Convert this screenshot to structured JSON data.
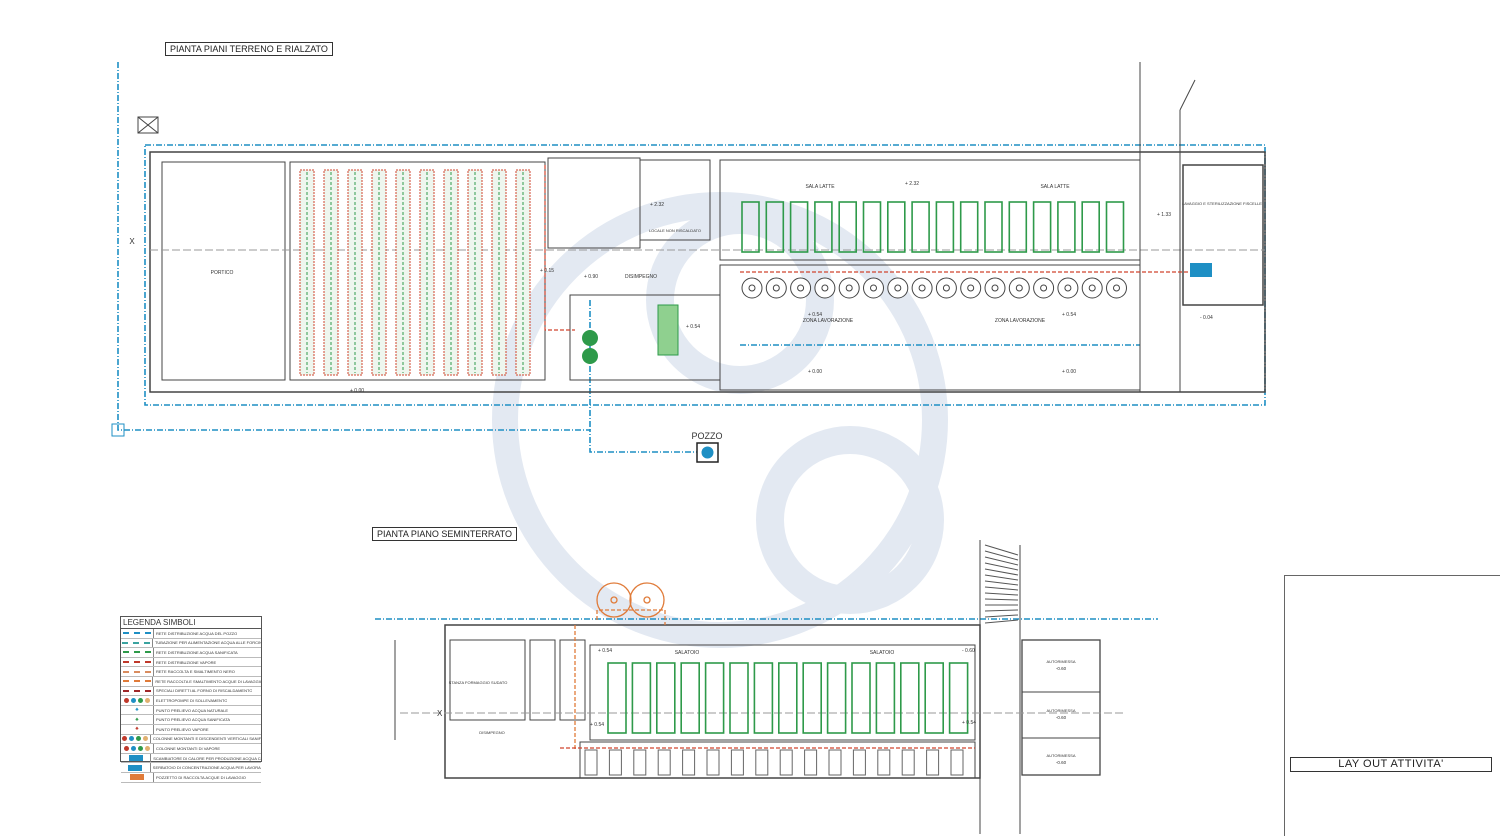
{
  "plans": {
    "ground_title": "PIANTA PIANI TERRENO E  RIALZATO",
    "basement_title": "PIANTA PIANO SEMINTERRATO",
    "layout_title": "LAY OUT  ATTIVITA'"
  },
  "ground": {
    "portico": "PORTICO",
    "sala_latte_1": "SALA LATTE",
    "sala_latte_2": "SALA LATTE",
    "zona_lav_1": "ZONA LAVORAZIONE",
    "zona_lav_2": "ZONA LAVORAZIONE",
    "disimpegno": "DISIMPEGNO",
    "locale_non_riscaldato": "LOCALE NON RISCALDATO",
    "lavaggio": "LAVAGGIO E STERILIZZAZIONE FISCELLE",
    "pozzo": "POZZO",
    "levels": [
      "+ 2.32",
      "+ 0.54",
      "+ 0.54",
      "+ 0.00",
      "+ 0.00",
      "+ 0.15",
      "+ 0.90",
      "+ 1.33",
      "+ 2.32",
      "- 0.04",
      "+ 0.54",
      "+ 0.00"
    ],
    "section_mark": "X"
  },
  "basement": {
    "salatoio_1": "SALATOIO",
    "salatoio_2": "SALATOIO",
    "stanza": "STANZA FORMAGGIO SUDATO",
    "disimpegno": "DISIMPEGNO",
    "autorimessa": [
      {
        "name": "AUTORIMESSA",
        "level": "-0.60"
      },
      {
        "name": "AUTORIMESSA",
        "level": "-0.60"
      },
      {
        "name": "AUTORIMESSA",
        "level": "-0.60"
      }
    ],
    "levels": [
      "+ 0.54",
      "+ 0.54",
      "+ 0.54",
      "- 0.60"
    ],
    "section_mark": "X"
  },
  "legend": {
    "title": "LEGENDA SIMBOLI",
    "items": [
      {
        "label": "RETE DISTRIBUZIONE ACQUA DEL POZZO",
        "color": "#1e8fc4",
        "kind": "line"
      },
      {
        "label": "TUBAZIONE PER ALIMENTAZIONE ACQUA ALLE FORCINE",
        "color": "#3aa3a0",
        "kind": "line"
      },
      {
        "label": "RETE DISTRIBUZIONE ACQUA SANIFICATA",
        "color": "#2e9a4a",
        "kind": "line"
      },
      {
        "label": "RETE DISTRIBUZIONE VAPORE",
        "color": "#c0392b",
        "kind": "line"
      },
      {
        "label": "RETE RACCOLTA E SMALTIMENTO NERO",
        "color": "#d98c5f",
        "kind": "line"
      },
      {
        "label": "RETE RACCOLTA E SMALTIMENTO ACQUE DI LAVAGGIO",
        "color": "#e07b39",
        "kind": "line"
      },
      {
        "label": "SPECIALI DIRETTI AL FORNO DI RISCALDAMENTO",
        "color": "#a0282a",
        "kind": "line"
      },
      {
        "label": "ELETTROPOMPE DI SOLLEVAMENTO",
        "color": "#2e9a4a",
        "kind": "dots"
      },
      {
        "label": "PUNTO PRELIEVO ACQUA NATURALE",
        "color": "#1e8fc4",
        "kind": "tap"
      },
      {
        "label": "PUNTO PRELIEVO ACQUA SANIFICATA",
        "color": "#2e9a4a",
        "kind": "tap"
      },
      {
        "label": "PUNTO PRELIEVO VAPORE",
        "color": "#c0392b",
        "kind": "tap"
      },
      {
        "label": "COLONNE MONTANTI E DISCENDENTI VERTICALI SANIFICATE",
        "color": "#2e9a4a",
        "kind": "dots"
      },
      {
        "label": "COLONNE MONTANTI DI VAPORE",
        "color": "#c0392b",
        "kind": "dots"
      },
      {
        "label": "SCAMBIATORE DI CALORE PER PRODUZIONE ACQUA CALDA",
        "color": "#1e8fc4",
        "kind": "box"
      },
      {
        "label": "SERBATOIO DI CONCENTRAZIONE ACQUA PER LAVORAZIONE",
        "color": "#1e8fc4",
        "kind": "box"
      },
      {
        "label": "POZZETTO DI RACCOLTA ACQUE DI LAVAGGIO",
        "color": "#e07b39",
        "kind": "box"
      }
    ]
  },
  "colors": {
    "water": "#1e8fc4",
    "steam": "#d0452f",
    "sanitized": "#2e9a4a",
    "wall": "#444444",
    "watermark": "#e3e9f2"
  }
}
